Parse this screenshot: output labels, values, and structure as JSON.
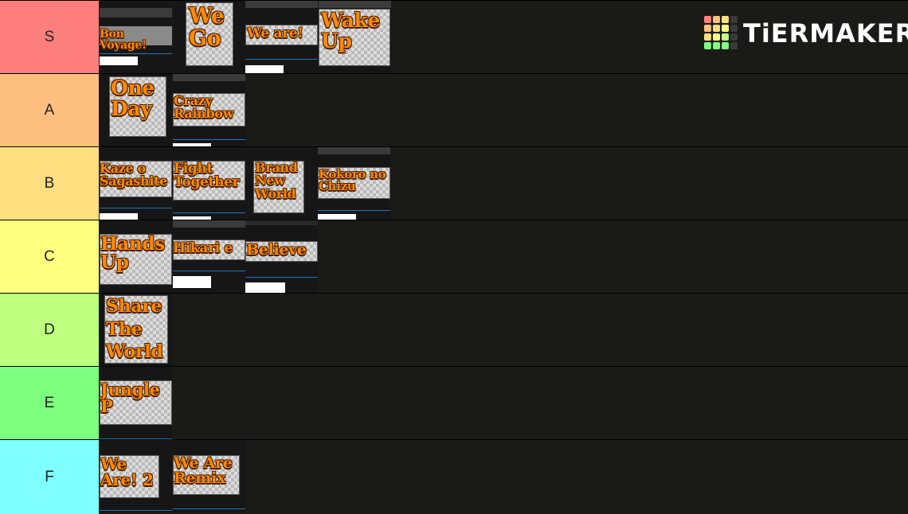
{
  "brand": {
    "logo_text": "TiERMAKER",
    "grid_colors": [
      "#ff7f7f",
      "#ffbf7f",
      "#ffdf7f",
      "#3a3a3a",
      "#ffff7f",
      "#bfff7f",
      "#7fff7f",
      "#3a3a3a",
      "#ffbf7f",
      "#ffdf7f",
      "#ffff7f",
      "#3a3a3a",
      "#7fff7f",
      "#7fff7f",
      "#7fff7f",
      "#3a3a3a"
    ]
  },
  "tiers": [
    {
      "label": "S",
      "color": "#ff7f7f",
      "items": [
        "Bon Voyage!",
        "We\nGo",
        "We are!",
        "Wake\nUp"
      ]
    },
    {
      "label": "A",
      "color": "#ffbf7f",
      "items": [
        "One\nDay",
        "Crazy\nRainbow"
      ]
    },
    {
      "label": "B",
      "color": "#ffdf7f",
      "items": [
        "Kaze o\nSagashite",
        "Fight\nTogether",
        "Brand\nNew\nWorld",
        "Kokoro no\nChizu"
      ]
    },
    {
      "label": "C",
      "color": "#ffff7f",
      "items": [
        "Hands\nUp",
        "Hikari e",
        "Believe"
      ]
    },
    {
      "label": "D",
      "color": "#bfff7f",
      "items": [
        "Share\nThe\nWorld"
      ]
    },
    {
      "label": "E",
      "color": "#7fff7f",
      "items": [
        "Jungle\nP"
      ]
    },
    {
      "label": "F",
      "color": "#7fffff",
      "items": [
        "We\nAre! 2",
        "We Are\nRemix"
      ]
    }
  ]
}
